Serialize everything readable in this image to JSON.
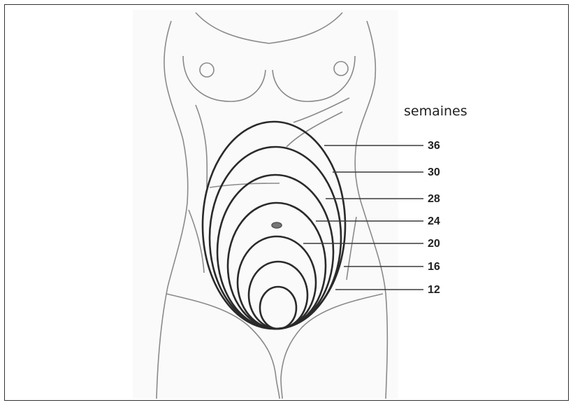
{
  "diagram": {
    "unit_label": "semaines",
    "weeks": [
      "36",
      "30",
      "28",
      "24",
      "20",
      "16",
      "12"
    ],
    "colors": {
      "outline": "#2a2a2a",
      "body_line": "#8a8a8a",
      "skin": "#f4f4f4"
    }
  }
}
